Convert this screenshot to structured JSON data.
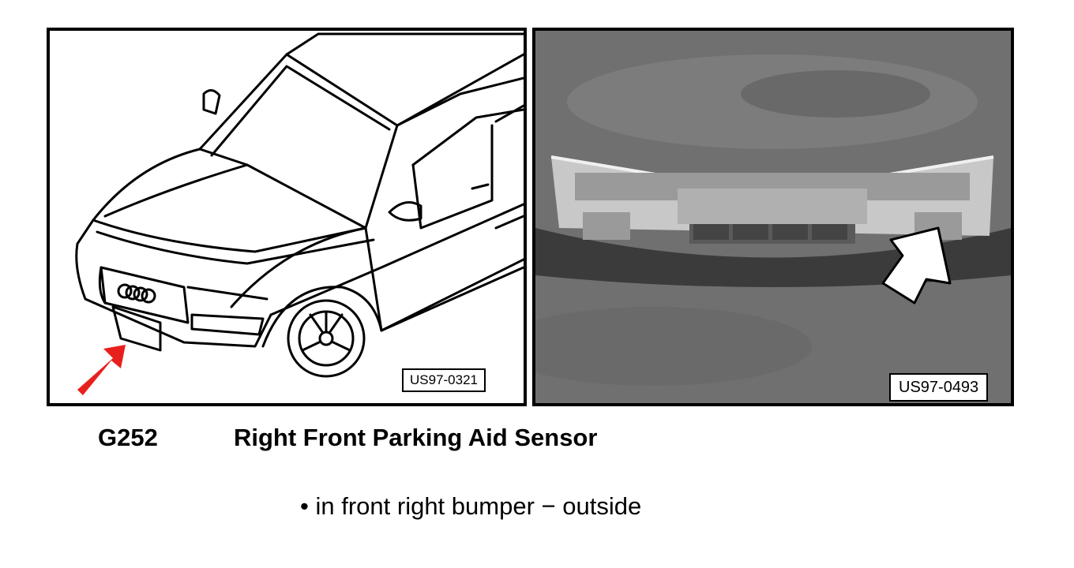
{
  "figures": {
    "left": {
      "ref": "US97-0321"
    },
    "right": {
      "ref": "US97-0493"
    }
  },
  "component": {
    "code": "G252",
    "name": "Right Front Parking Aid Sensor"
  },
  "location_bullet": "in front right bumper − outside",
  "colors": {
    "arrow_red": "#e8201c",
    "frame": "#000000",
    "photo_bg": "#6f6f6f"
  }
}
